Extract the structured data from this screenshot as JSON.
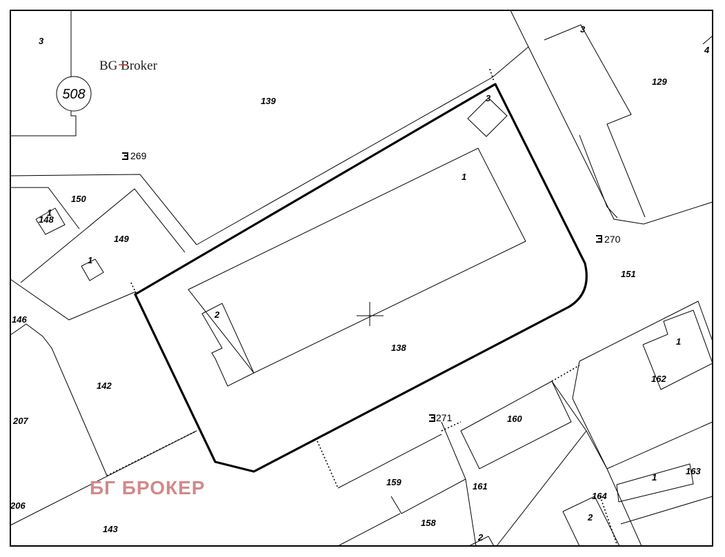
{
  "brand": {
    "logo_text": "BG Broker",
    "watermark": "БГ БРОКЕР",
    "watermark_color": "#d08a8a"
  },
  "sheet_number": "508",
  "plots": {
    "p139": "139",
    "p138": "138",
    "p129": "129",
    "p150": "150",
    "p149": "149",
    "p148": "148",
    "p151": "151",
    "p146": "146",
    "p142": "142",
    "p207": "207",
    "p206": "206",
    "p143": "143",
    "p159": "159",
    "p160": "160",
    "p161": "161",
    "p158": "158",
    "p162": "162",
    "p163": "163",
    "p164": "164"
  },
  "buildings": {
    "b3_topleft": "3",
    "b3_topright": "3",
    "b4": "4",
    "b3_parcel": "3",
    "b1_parcel": "1",
    "b2_parcel": "2",
    "b1_148": "1",
    "b1_149": "1",
    "b1_162": "1",
    "b1_163": "1",
    "b2_164": "2",
    "b2_bottom": "2"
  },
  "survey_points": {
    "pt269": "269",
    "pt270": "270",
    "pt271": "271"
  }
}
